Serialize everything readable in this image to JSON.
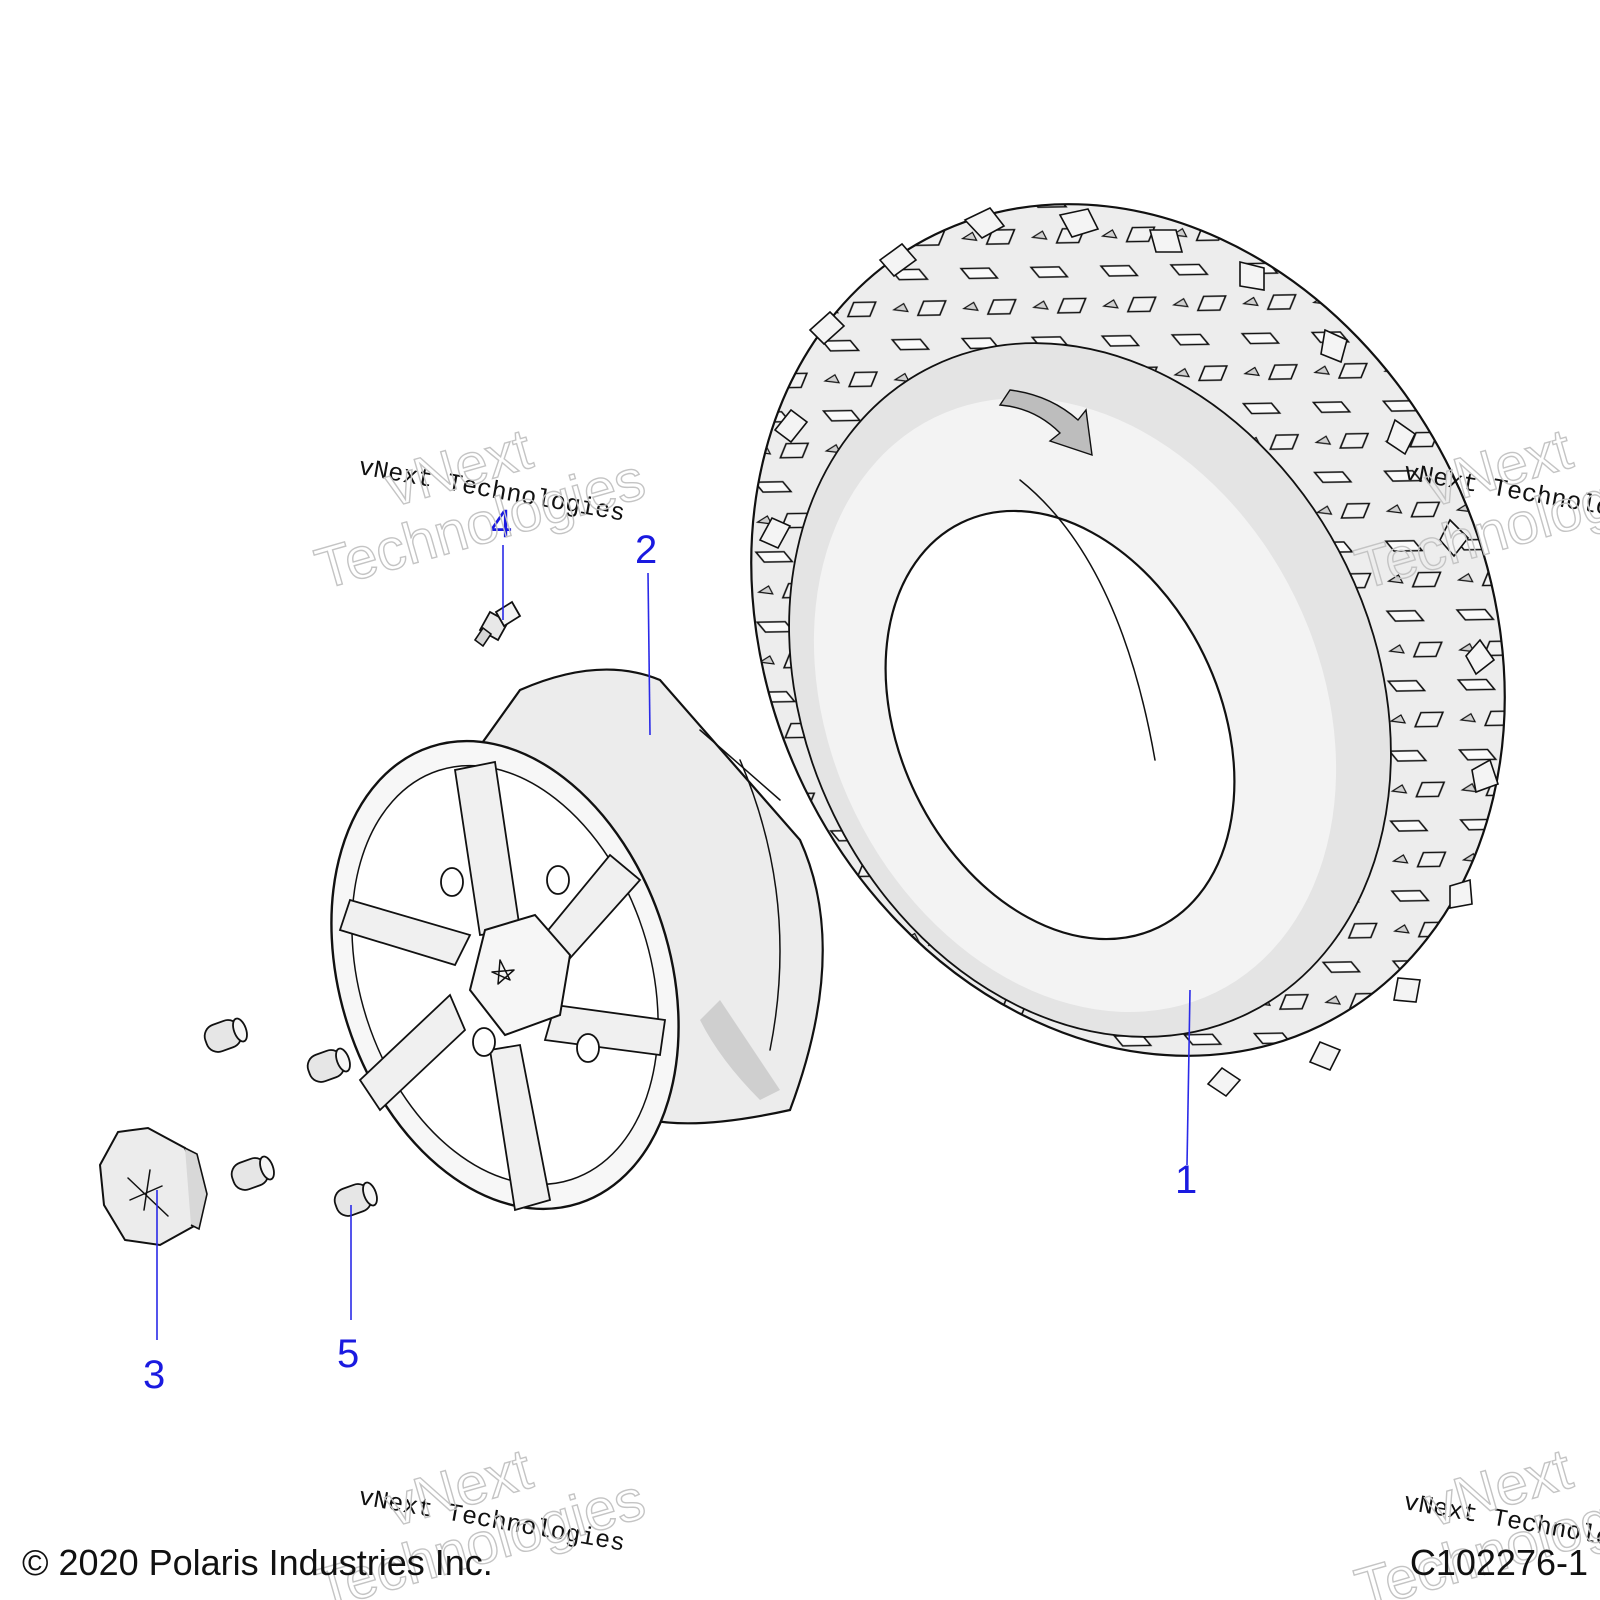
{
  "diagram": {
    "callouts": [
      {
        "number": "1",
        "part": "tire"
      },
      {
        "number": "2",
        "part": "wheel-rim"
      },
      {
        "number": "3",
        "part": "center-cap"
      },
      {
        "number": "4",
        "part": "valve-stem"
      },
      {
        "number": "5",
        "part": "lug-nut"
      }
    ]
  },
  "watermark": {
    "line_small": "vNext Technologies",
    "line_big_1": "vNext",
    "line_big_2": "Technologies"
  },
  "footer": {
    "copyright": "© 2020 Polaris Industries Inc.",
    "drawing_number": "C102276-1"
  },
  "colors": {
    "callout": "#1a1ae0",
    "line_art": "#111111",
    "shading": "#d9d9d9"
  }
}
